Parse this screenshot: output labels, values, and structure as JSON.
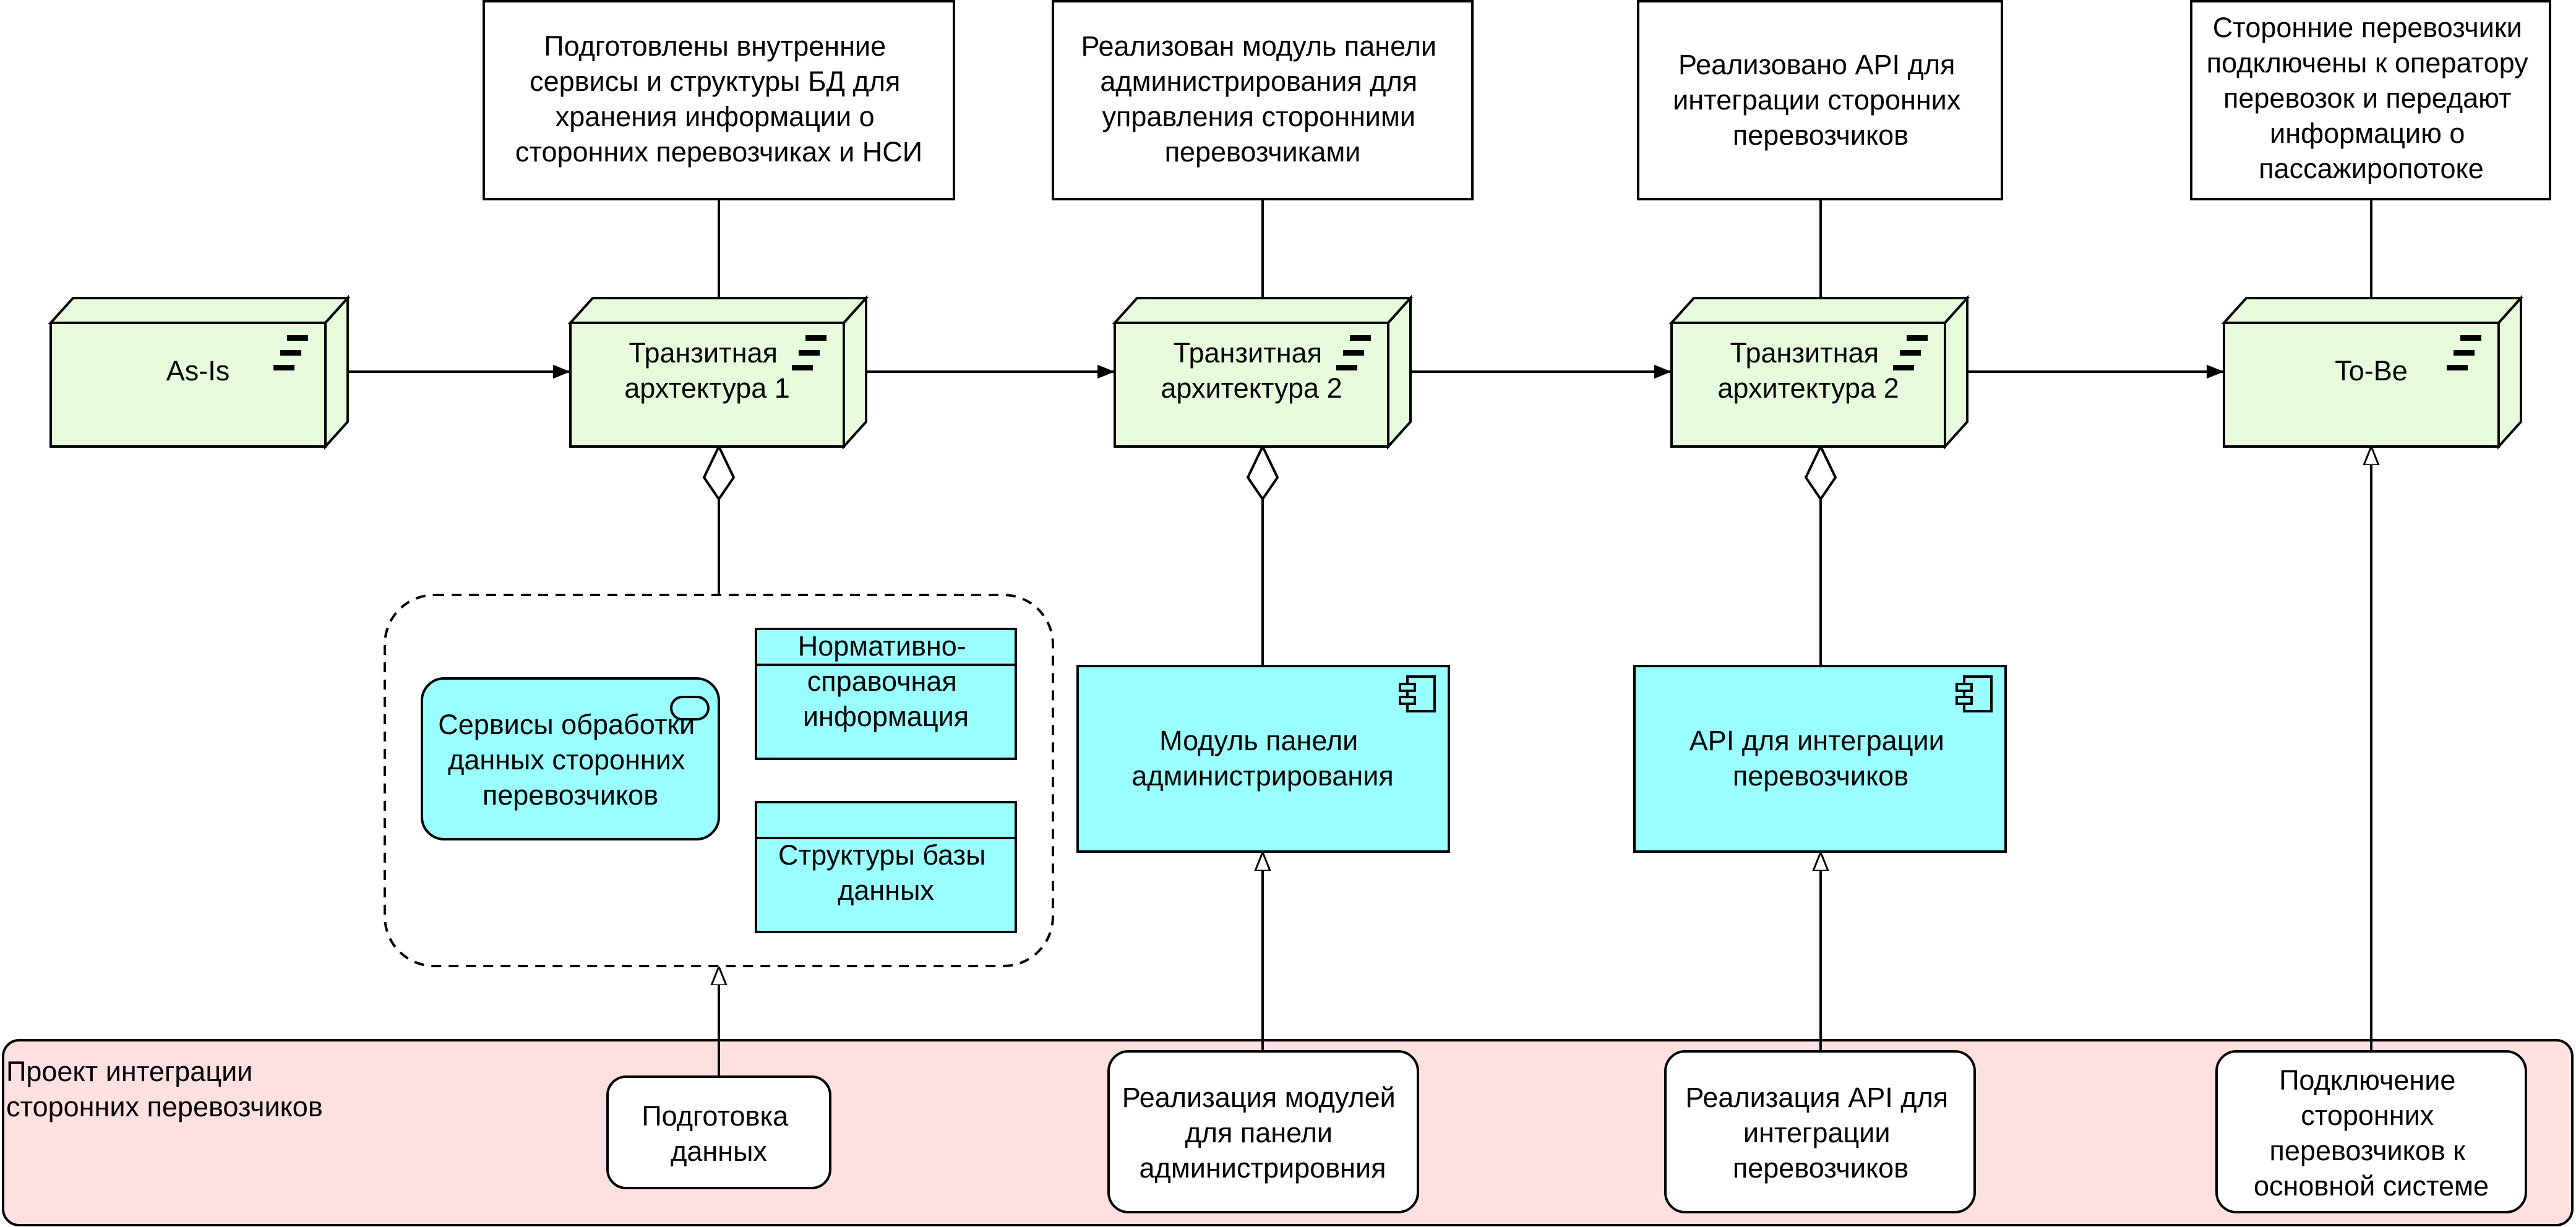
{
  "colors": {
    "plateau_fill": "#e6fadc",
    "component_fill": "#99ffff",
    "work_package_band_fill": "#ffe0e0",
    "line": "#000000",
    "note_fill": "#ffffff"
  },
  "notes": [
    {
      "id": "note-1",
      "lines": [
        "Подготовлены внутренние",
        "сервисы и структуры БД для",
        "хранения информации о",
        "сторонних перевозчиках и НСИ"
      ]
    },
    {
      "id": "note-2",
      "lines": [
        "Реализован модуль панели",
        "администрирования для",
        "управления сторонними",
        "перевозчиками"
      ]
    },
    {
      "id": "note-3",
      "lines": [
        "Реализовано API для",
        "интеграции сторонних",
        "перевозчиков"
      ]
    },
    {
      "id": "note-4",
      "lines": [
        "Сторонние перевозчики",
        "подключены к оператору",
        "перевозок и передают",
        "информацию о",
        "пассажиропотоке"
      ]
    }
  ],
  "plateaus": [
    {
      "id": "as-is",
      "lines": [
        "As-Is"
      ],
      "icon": "plateau-icon"
    },
    {
      "id": "transit-1",
      "lines": [
        "Транзитная",
        "архтектура 1"
      ],
      "icon": "plateau-icon"
    },
    {
      "id": "transit-2a",
      "lines": [
        "Транзитная",
        "архитектура 2"
      ],
      "icon": "plateau-icon"
    },
    {
      "id": "transit-2b",
      "lines": [
        "Транзитная",
        "архитектура 2"
      ],
      "icon": "plateau-icon"
    },
    {
      "id": "to-be",
      "lines": [
        "To-Be"
      ],
      "icon": "plateau-icon"
    }
  ],
  "group": {
    "service": {
      "lines": [
        "Сервисы обработки",
        "данных сторонних",
        "перевозчиков"
      ],
      "icon": "service-icon"
    },
    "reference_data": {
      "lines": [
        "Нормативно-",
        "справочная",
        "информация"
      ]
    },
    "db_structures": {
      "lines": [
        "Структуры базы",
        "данных"
      ]
    }
  },
  "components": [
    {
      "id": "admin-module",
      "lines": [
        "Модуль панели",
        "администрирования"
      ],
      "icon": "component-icon"
    },
    {
      "id": "integration-api",
      "lines": [
        "API для интеграции",
        "перевозчиков"
      ],
      "icon": "component-icon"
    }
  ],
  "project": {
    "lines": [
      "Проект интеграции",
      "сторонних перевозчиков"
    ],
    "work_packages": [
      {
        "id": "data-prep",
        "lines": [
          "Подготовка",
          "данных"
        ]
      },
      {
        "id": "admin-modules",
        "lines": [
          "Реализация модулей",
          "для панели",
          "администрировния"
        ]
      },
      {
        "id": "api-impl",
        "lines": [
          "Реализация API для",
          "интеграции",
          "перевозчиков"
        ]
      },
      {
        "id": "connect-carriers",
        "lines": [
          "Подключение",
          "сторонних",
          "перевозчиков к",
          "основной системе"
        ]
      }
    ]
  }
}
